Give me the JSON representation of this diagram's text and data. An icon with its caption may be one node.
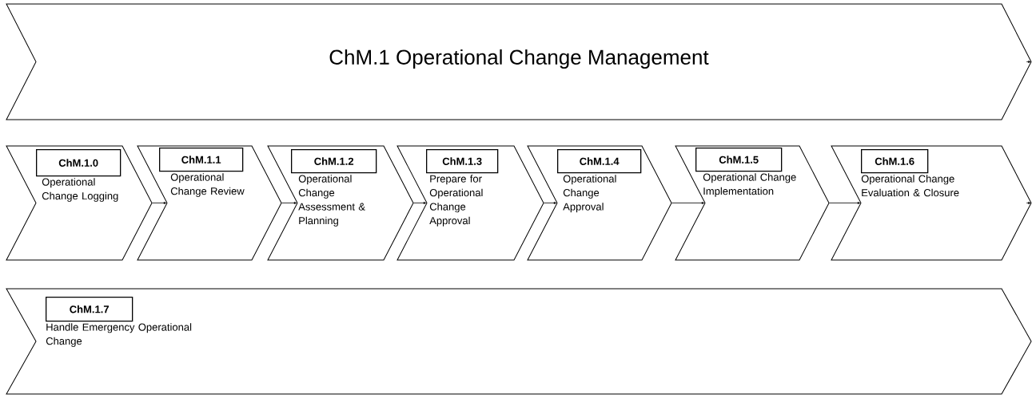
{
  "diagram": {
    "nodes": [
      {
        "text": [
          "ChM.1 Operational Change Management"
        ]
      },
      {
        "text": [
          "Operational Change Logging"
        ]
      },
      {
        "text": [
          "ChM.1.0"
        ],
        "in": 1
      },
      {
        "text": [
          "Operational Change Review"
        ]
      },
      {
        "text": [
          "ChM.1.1"
        ],
        "in": 3
      },
      {
        "text": [
          "Operational Change Assessment & Planning"
        ]
      },
      {
        "text": [
          "ChM.1.2"
        ],
        "in": 5
      },
      {
        "text": [
          "Prepare for Operational Change Approval"
        ]
      },
      {
        "text": [
          "ChM.1.3"
        ],
        "in": 7
      },
      {
        "text": [
          "Operational Change Approval"
        ]
      },
      {
        "text": [
          "ChM.1.4"
        ],
        "in": 9
      },
      {
        "text": [
          "Operational Change Implementation"
        ]
      },
      {
        "text": [
          "ChM.1.5"
        ],
        "in": 11
      },
      {
        "text": [
          "Operational Change Evaluation & Closure"
        ]
      },
      {
        "text": [
          "ChM.1.6"
        ],
        "in": 13
      },
      {
        "text": [
          "Handle Emergency Operational Change"
        ]
      },
      {
        "text": [
          "ChM.1.7"
        ],
        "in": 15
      }
    ],
    "edges": [
      {
        "from": 1,
        "to": 3,
        "arrow": "to"
      },
      {
        "from": 3,
        "to": 5,
        "arrow": "to"
      },
      {
        "from": 5,
        "to": 7,
        "arrow": "to"
      },
      {
        "from": 7,
        "to": 9,
        "arrow": "to"
      },
      {
        "from": 9,
        "to": 11,
        "arrow": "to"
      },
      {
        "from": 11,
        "to": 13,
        "arrow": "to"
      },
      {
        "from": 13,
        "to": null,
        "arrow": "to"
      },
      {
        "from": 0,
        "to": null,
        "arrow": "to"
      }
    ]
  }
}
